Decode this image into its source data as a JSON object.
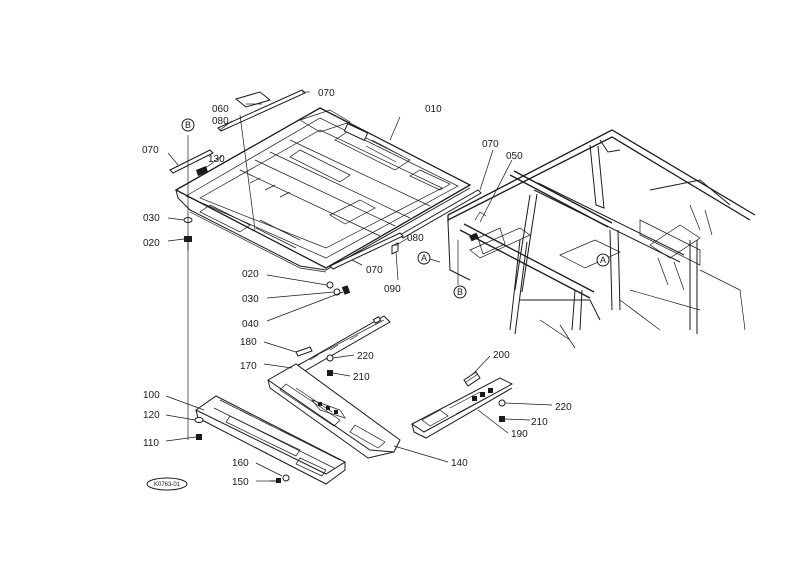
{
  "part_labels": {
    "p010": "010",
    "p060": "060",
    "p080a": "080",
    "p070_top": "070",
    "p070_left": "070",
    "p070_right": "070",
    "p050": "050",
    "p130": "130",
    "p030a": "030",
    "p020a": "020",
    "p080b": "080",
    "p070_bottom": "070",
    "p090": "090",
    "p020b": "020",
    "p030b": "030",
    "p040": "040",
    "p180": "180",
    "p170": "170",
    "p220a": "220",
    "p210a": "210",
    "p200": "200",
    "p100": "100",
    "p120": "120",
    "p110": "110",
    "p140": "140",
    "p190": "190",
    "p220b": "220",
    "p210b": "210",
    "p160": "160",
    "p150": "150"
  },
  "reference_marks": {
    "b_top": "B",
    "a_mid": "A",
    "b_mid": "B",
    "a_frame": "A"
  },
  "figure_ref": "K0763-01",
  "colors": {
    "ink": "#1a1a1a",
    "paper": "#ffffff"
  }
}
